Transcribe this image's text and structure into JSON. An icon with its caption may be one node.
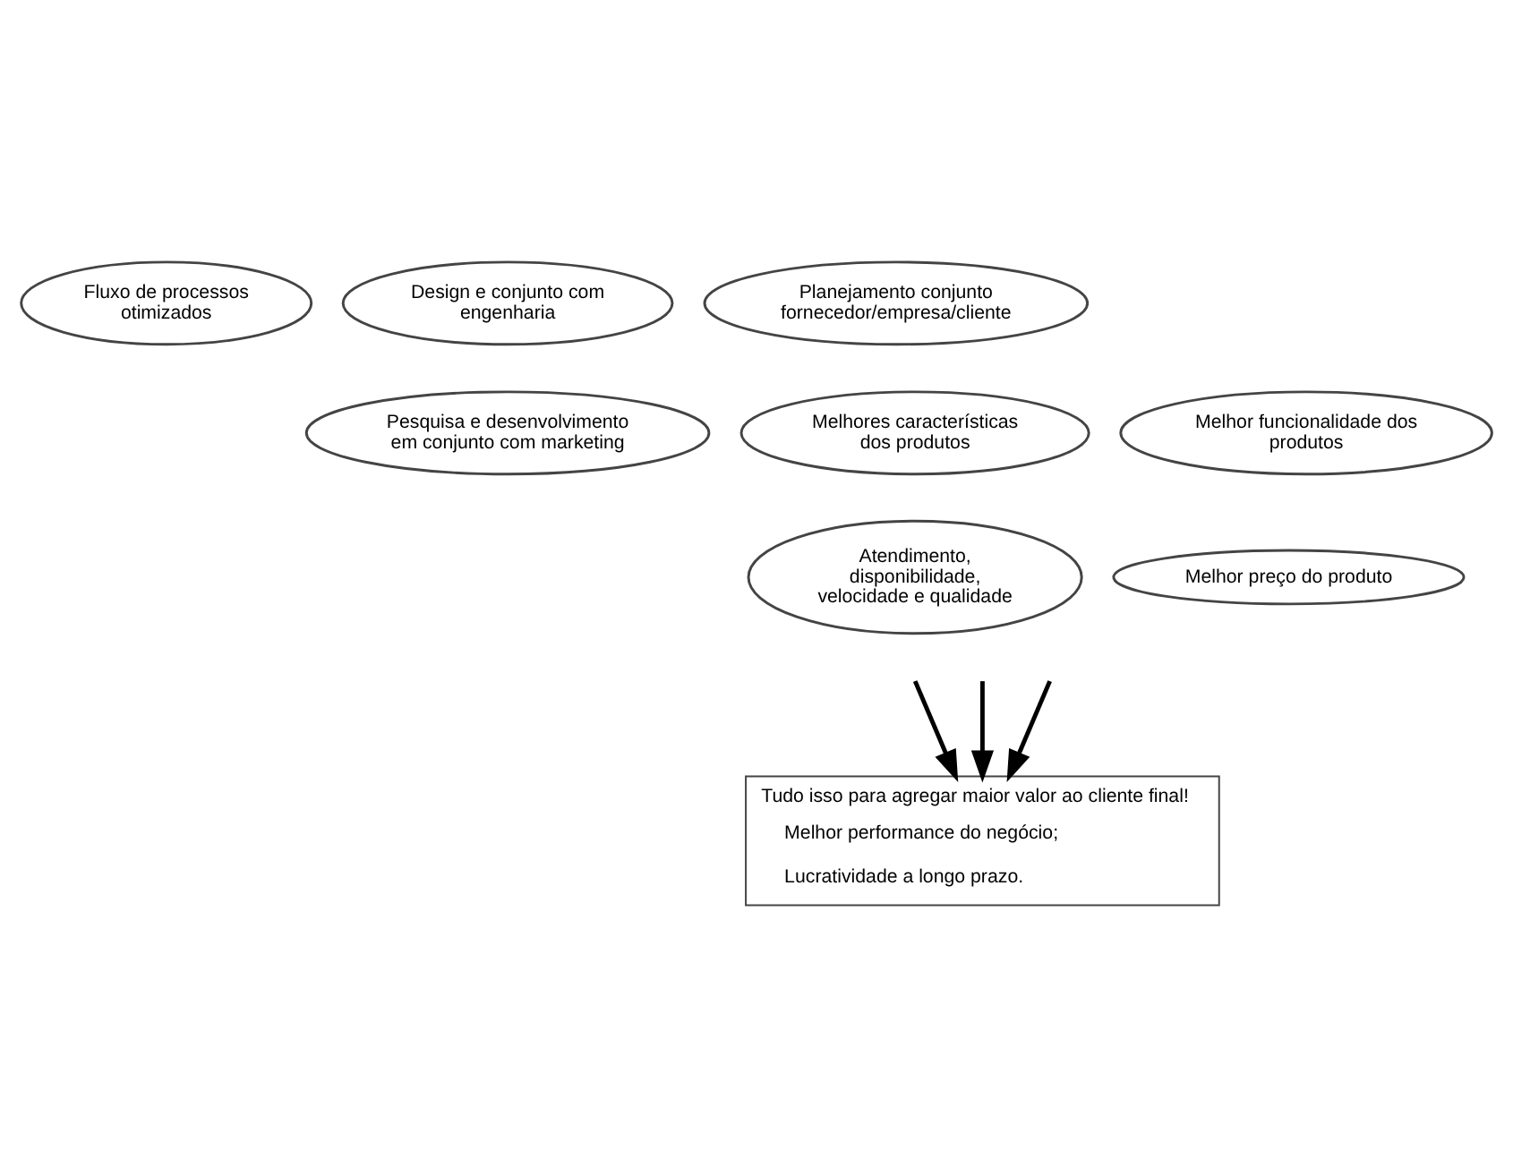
{
  "diagram": {
    "nodes": [
      {
        "text": [
          "Fluxo de processos otimizados"
        ]
      },
      {
        "text": [
          "Design e conjunto com engenharia"
        ]
      },
      {
        "text": [
          "Planejamento conjunto fornecedor/empresa/cliente"
        ]
      },
      {
        "text": [
          "Pesquisa e desenvolvimento em conjunto com marketing"
        ]
      },
      {
        "text": [
          "Melhores características dos produtos"
        ]
      },
      {
        "text": [
          "Melhor funcionalidade dos produtos"
        ]
      },
      {
        "text": [
          "Atendimento, disponibilidade, velocidade e qualidade"
        ]
      },
      {
        "text": [
          "Melhor preço do produto"
        ]
      },
      {
        "text": [
          "Tudo isso para agregar maior valor ao cliente final!",
          "Melhor performance do negócio;",
          "Lucratividade a longo prazo."
        ]
      }
    ],
    "edges": [
      {
        "from": null,
        "to": 8,
        "arrow": "to"
      },
      {
        "from": null,
        "to": 8,
        "arrow": "to"
      },
      {
        "from": null,
        "to": 8,
        "arrow": "to"
      }
    ]
  }
}
